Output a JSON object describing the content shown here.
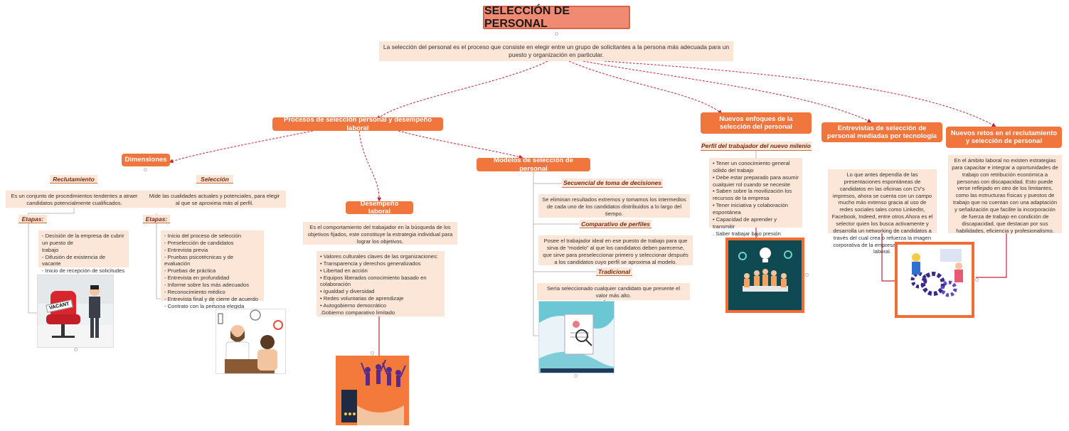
{
  "title": "SELECCIÓN DE PERSONAL",
  "intro": "La selección del personal es el proceso que consiste en elegir entre un grupo de solicitantes a la persona más adecuada para un puesto y organización en particular.",
  "procesos": {
    "label": "Procesos de selección personal y desempeño laboral",
    "dimensiones": {
      "label": "Dimensiones",
      "reclutamiento": {
        "label": "Reclutamiento",
        "text": "Es un conjunto de procedimientos tendentes a atraer candidatos potencialmente cualificados.",
        "etapas_label": "Etapas:",
        "etapas": "- Decisión de la empresa de cubrir un puesto de\ntrabajo\n- Difusión de existencia de vacante\n- Inicio de recepción de solicitudes",
        "image_label": "VACANT"
      },
      "seleccion": {
        "label": "Selección",
        "text": "Mide las cualidades actuales y potenciales, para elegir al que se aproxima más al perfil.",
        "etapas_label": "Etapas:",
        "etapas": "- Inicio del proceso de selección\n- Preselección de candidatos\n- Entrevista previa\n- Pruebas psicotécnicas y de evaluación\n- Pruebas de práctica\n- Entrevista en profundidad\n- Informe sobre los más adecuados\n- Reconocimiento médico\n- Entrevista final y de cierre de acuerdo\n- Contrato con la persona elegida"
      }
    },
    "desempeno": {
      "label": "Desempeño laboral",
      "text": "Es el comportamiento del trabajador en la búsqueda de los objetivos fijados, este constituye la estrategia individual para lograr los objetivos.",
      "valores": "• Valores culturales claves de las organizaciones:\n• Transparencia y derechos generalizados\n• Libertad en acción\n• Equipos liberados conocimiento basado en colaboración\n• Igualdad y diversidad\n• Redes voluntarias de aprendizaje\n• Autogobierno democrático\n.Gobierno comparativo limitado"
    },
    "modelos": {
      "label": "Modelos de selección de personal",
      "secuencial": {
        "label": "Secuencial de toma de decisiones",
        "text": "Se eliminan resultados extremos y tomamos los intermedios de cada uno de los candidatos distribuidos a lo largo del tiempo."
      },
      "comparativo": {
        "label": "Comparativo de perfiles",
        "text": "Posee el trabajador ideal en ese puesto de trabajo para que sirva de “modelo” al que los candidatos deben parecerse, que sirve para preseleccionar primero y seleccionar después a los candidatos cuyo perfil se aproxima al modelo."
      },
      "tradicional": {
        "label": "Tradicional",
        "text": "Sería seleccionado cualquier candidato que presente el valor más alto."
      }
    }
  },
  "nuevos_enfoques": {
    "label": "Nuevos enfoques de la selección del personal",
    "perfil_label": "Perfil del trabajador del nuevo milenio",
    "perfil": "• Tener un conocimiento general sólido del trabajo\n• Debe estar preparado para asumir cualquier rol cuando se necesite\n• Saben sobre la movilización los recursos de la empresa\n• Tener iniciativa y colaboración espontánea\n• Capacidad de aprender y transmitir\n.  Saber trabajar bajo presión"
  },
  "entrevistas": {
    "label": "Entrevistas de selección de personal mediadas por tecnología",
    "text": "Lo que antes dependía de las presentaciones espontáneas de candidatos en las oficinas con CV's impresos, ahora se cuenta con un campo mucho más extenso gracia al uso de redes sociales tales como LinkedIn, Facebook, Indeed, entre otros.Ahora es el selector quien los busca activamente y desarrolla un networking de candidatos a través del cual crea o refuerza la imagen corporativa de la empresa en el mercado laboral."
  },
  "retos": {
    "label": "Nuevos retos en el reclutamiento y selección de personal",
    "text": "En el ámbito laboral no existen estrategias para capacitar e integrar a oportunidades de trabajo con retribución económica a personas con discapacidad. Esto puede verse reflejado en otro de los limitantes, como las estructuras físicas y puestos de trabajo que no cuentan con una adaptación y señalización que facilite la incorporación de fuerza de trabajo en condición de discapacidad, que destacan por sus habilidades, eficiencia y profesionalismo."
  },
  "colors": {
    "node": "#f0763d",
    "title_bg": "#f08a72",
    "text_bg": "#fbe6d8",
    "connector": "#c0283a"
  }
}
